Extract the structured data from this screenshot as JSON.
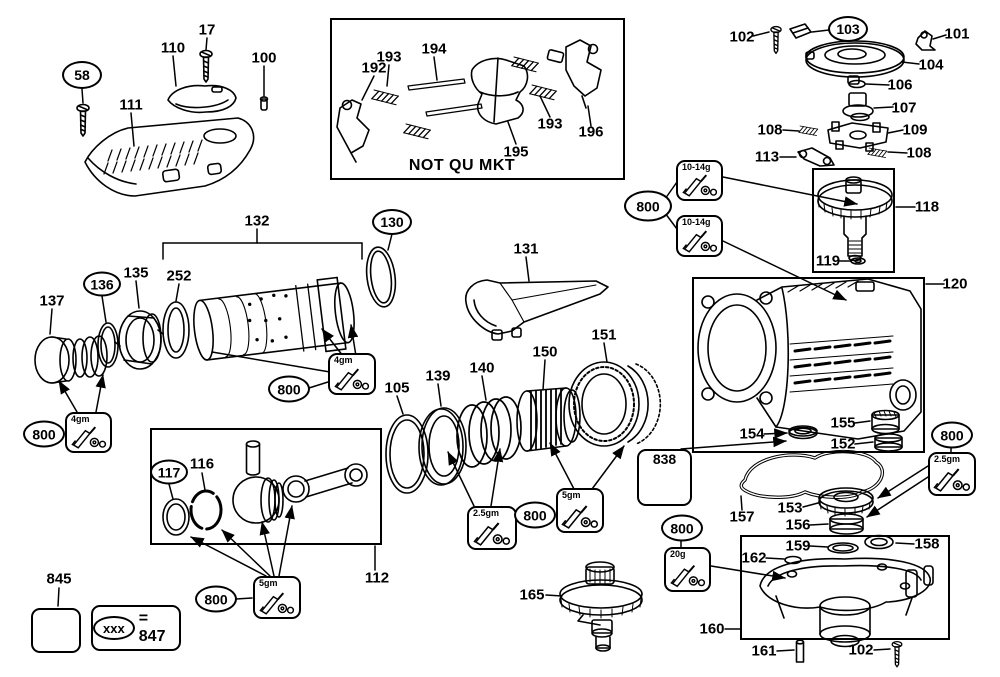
{
  "parts": {
    "17": "17",
    "58": "58",
    "100": "100",
    "101": "101",
    "102": "102",
    "103": "103",
    "104": "104",
    "105": "105",
    "106": "106",
    "107": "107",
    "108": "108",
    "109": "109",
    "110": "110",
    "111": "111",
    "112": "112",
    "113": "113",
    "116": "116",
    "117": "117",
    "118": "118",
    "119": "119",
    "120": "120",
    "130": "130",
    "131": "131",
    "132": "132",
    "135": "135",
    "136": "136",
    "137": "137",
    "139": "139",
    "140": "140",
    "150": "150",
    "151": "151",
    "152": "152",
    "153": "153",
    "154": "154",
    "155": "155",
    "156": "156",
    "157": "157",
    "158": "158",
    "159": "159",
    "160": "160",
    "161": "161",
    "162": "162",
    "165": "165",
    "192": "192",
    "193": "193",
    "194": "194",
    "195": "195",
    "196": "196",
    "252": "252",
    "838": "838",
    "845": "845"
  },
  "grease": {
    "code": "800",
    "g4": "4gm",
    "g5": "5gm",
    "g25": "2.5gm",
    "g1014": "10-14g",
    "g20": "20g"
  },
  "note": {
    "text": "NOT QU MKT"
  },
  "equivalence": {
    "symbol": "xxx",
    "value": "= 847"
  }
}
